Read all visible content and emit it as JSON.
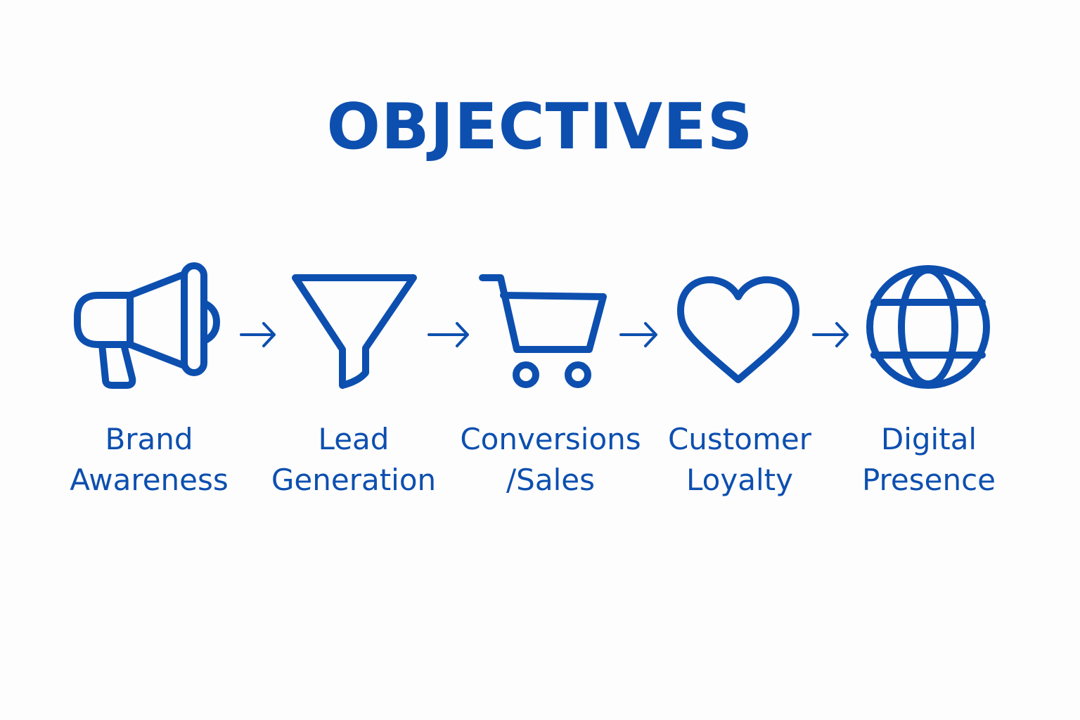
{
  "title": "OBJECTIVES",
  "accent_color": "#0d4faf",
  "steps": [
    {
      "icon": "megaphone-icon",
      "line1": "Brand",
      "line2": "Awareness"
    },
    {
      "icon": "funnel-icon",
      "line1": "Lead",
      "line2": "Generation"
    },
    {
      "icon": "shopping-cart-icon",
      "line1": "Conversions",
      "line2": "/Sales"
    },
    {
      "icon": "heart-icon",
      "line1": "Customer",
      "line2": "Loyalty"
    },
    {
      "icon": "globe-icon",
      "line1": "Digital",
      "line2": "Presence"
    }
  ]
}
